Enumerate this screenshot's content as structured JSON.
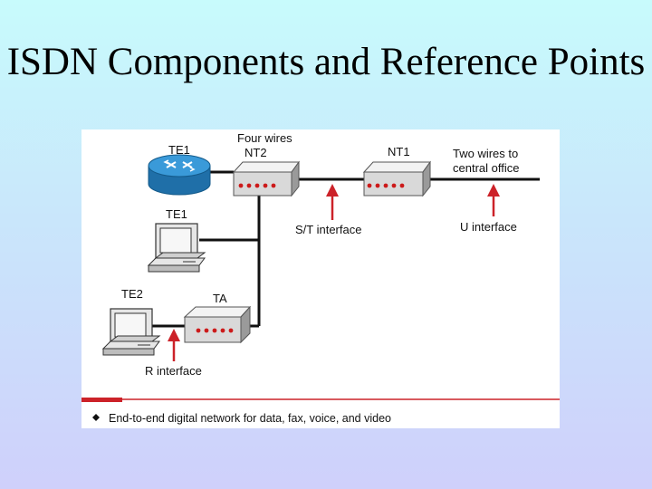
{
  "title": "ISDN Components and Reference Points",
  "diagram": {
    "te1_top": "TE1",
    "te1_mid": "TE1",
    "te2": "TE2",
    "ta": "TA",
    "nt2": "NT2",
    "nt1": "NT1",
    "four_wires": "Four wires",
    "two_wires_line1": "Two wires to",
    "two_wires_line2": "central office",
    "st_interface": "S/T interface",
    "u_interface": "U interface",
    "r_interface": "R interface"
  },
  "footer": "End-to-end digital network for data, fax, voice, and video",
  "colors": {
    "accent_red": "#cc2229",
    "led_red": "#cc1a1a",
    "router_blue": "#2e86c1",
    "line_black": "#111111"
  }
}
